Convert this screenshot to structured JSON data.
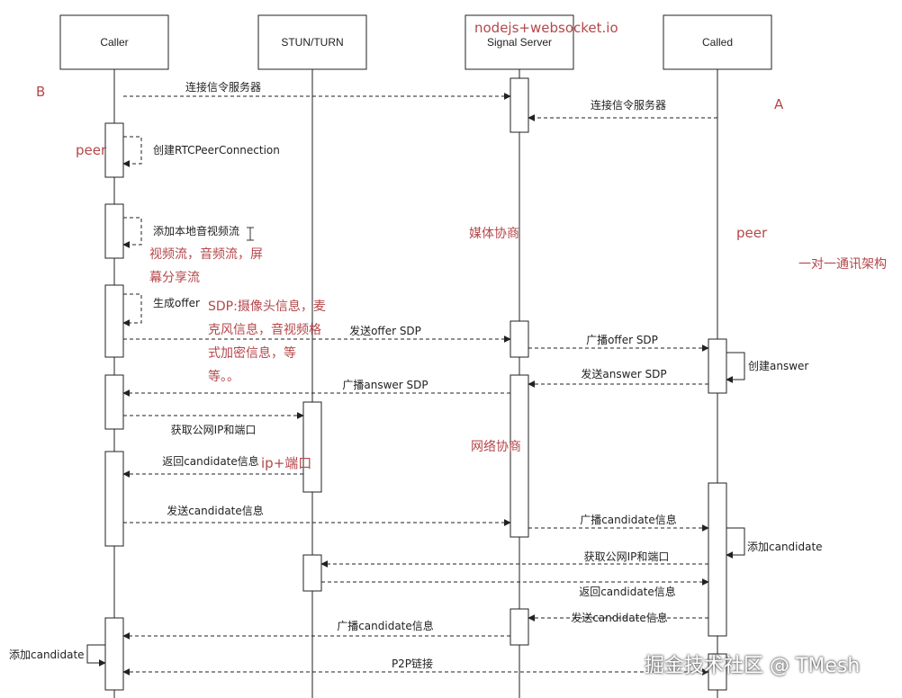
{
  "diagram": {
    "participants": [
      {
        "id": "caller",
        "label": "Caller"
      },
      {
        "id": "stun",
        "label": "STUN/TURN"
      },
      {
        "id": "signal",
        "label": "Signal Server"
      },
      {
        "id": "called",
        "label": "Called"
      }
    ],
    "messages": [
      {
        "from": "caller",
        "to": "signal",
        "label": "连接信令服务器",
        "style": "dashed"
      },
      {
        "from": "called",
        "to": "signal",
        "label": "连接信令服务器",
        "style": "dashed"
      },
      {
        "from": "caller",
        "to": "caller",
        "label": "创建RTCPeerConnection",
        "style": "self"
      },
      {
        "from": "caller",
        "to": "caller",
        "label": "添加本地音视频流",
        "style": "self"
      },
      {
        "from": "caller",
        "to": "caller",
        "label": "生成offer",
        "style": "self"
      },
      {
        "from": "caller",
        "to": "signal",
        "label": "发送offer SDP",
        "style": "dashed"
      },
      {
        "from": "signal",
        "to": "called",
        "label": "广播offer SDP",
        "style": "dashed"
      },
      {
        "from": "called",
        "to": "called",
        "label": "创建answer",
        "style": "self"
      },
      {
        "from": "called",
        "to": "signal",
        "label": "发送answer SDP",
        "style": "dashed"
      },
      {
        "from": "signal",
        "to": "caller",
        "label": "广播answer SDP",
        "style": "dashed"
      },
      {
        "from": "caller",
        "to": "stun",
        "label": "获取公网IP和端口",
        "style": "dashed"
      },
      {
        "from": "stun",
        "to": "caller",
        "label": "返回candidate信息",
        "style": "dashed"
      },
      {
        "from": "caller",
        "to": "signal",
        "label": "发送candidate信息",
        "style": "dashed"
      },
      {
        "from": "signal",
        "to": "called",
        "label": "广播candidate信息",
        "style": "dashed"
      },
      {
        "from": "called",
        "to": "called",
        "label": "添加candidate",
        "style": "self"
      },
      {
        "from": "called",
        "to": "stun",
        "label": "获取公网IP和端口",
        "style": "dashed"
      },
      {
        "from": "stun",
        "to": "called",
        "label": "返回candidate信息",
        "style": "dashed"
      },
      {
        "from": "called",
        "to": "signal",
        "label": "发送candidate信息",
        "style": "dashed"
      },
      {
        "from": "signal",
        "to": "caller",
        "label": "广播candidate信息",
        "style": "dashed"
      },
      {
        "from": "caller",
        "to": "caller",
        "label": "添加candidate",
        "style": "self"
      },
      {
        "from": "caller",
        "to": "called",
        "label": "P2P链接",
        "style": "both"
      }
    ],
    "annotations": [
      "nodejs+websocket.io",
      "B",
      "A",
      "peer",
      "视频流，音频流，屏",
      "幕分享流",
      "SDP:摄像头信息，麦",
      "克风信息，音视频格",
      "式加密信息，等",
      "等。。",
      "媒体协商",
      "peer",
      "一对一通讯架构",
      "网络协商",
      "ip+端口"
    ],
    "colors": {
      "line": "#222222",
      "annotation": "#b5474a",
      "background": "#ffffff"
    }
  },
  "watermark": "掘金技术社区 @ TMesh"
}
